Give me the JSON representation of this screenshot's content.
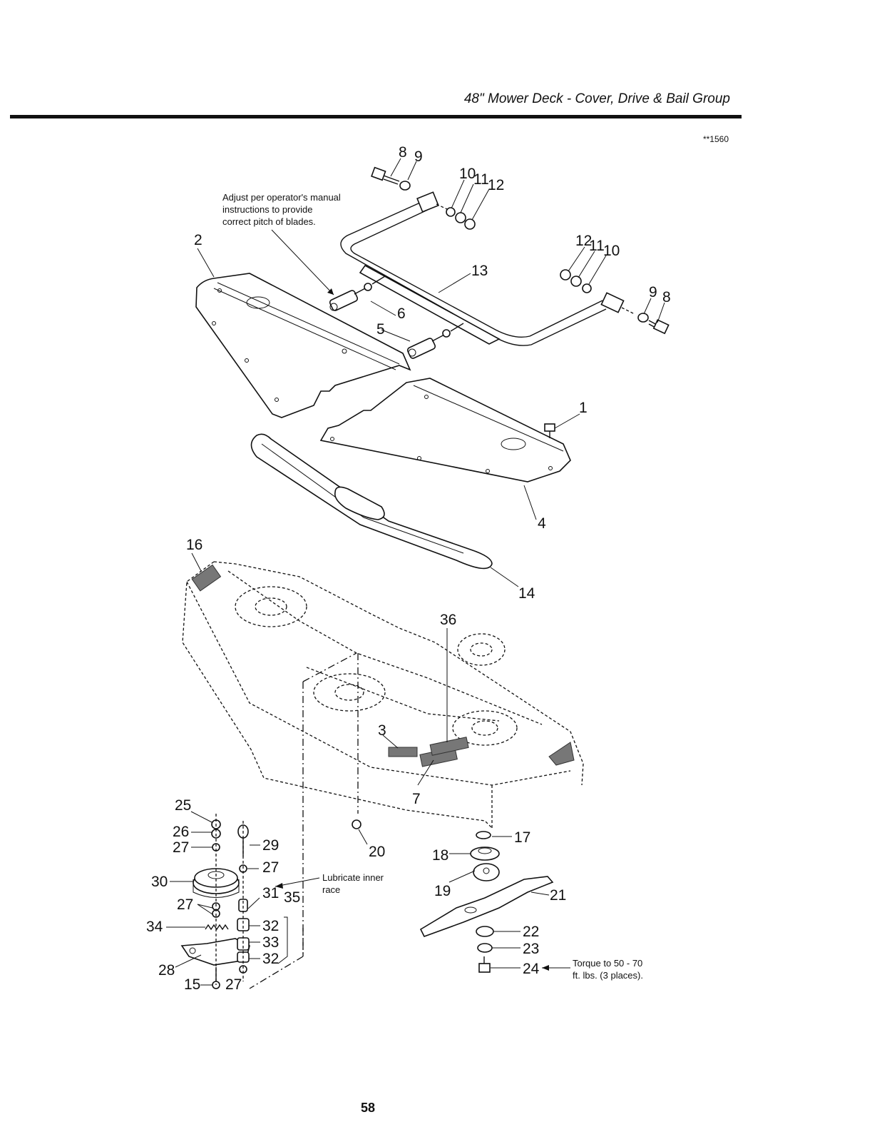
{
  "header": {
    "title": "48\" Mower Deck - Cover, Drive & Bail Group",
    "ref_code": "**1560"
  },
  "page_number": "58",
  "notes": {
    "adjust_pitch": [
      "Adjust per operator's manual",
      "instructions to provide",
      "correct pitch of blades."
    ],
    "lubricate": [
      "Lubricate inner",
      "race"
    ],
    "torque": [
      "Torque to 50 - 70",
      "ft. lbs. (3 places)."
    ]
  },
  "callouts": {
    "c1": "1",
    "c2": "2",
    "c3": "3",
    "c4": "4",
    "c5": "5",
    "c6": "6",
    "c7": "7",
    "c8a": "8",
    "c9a": "9",
    "c10a": "10",
    "c11a": "11",
    "c12a": "12",
    "c12b": "12",
    "c11b": "11",
    "c10b": "10",
    "c9b": "9",
    "c8b": "8",
    "c13": "13",
    "c14": "14",
    "c15": "15",
    "c16": "16",
    "c17": "17",
    "c18": "18",
    "c19": "19",
    "c20": "20",
    "c21": "21",
    "c22": "22",
    "c23": "23",
    "c24": "24",
    "c25": "25",
    "c26": "26",
    "c27a": "27",
    "c27b": "27",
    "c27c": "27",
    "c27d": "27",
    "c28": "28",
    "c29": "29",
    "c30": "30",
    "c31": "31",
    "c32a": "32",
    "c32b": "32",
    "c33": "33",
    "c34": "34",
    "c35": "35",
    "c36": "36"
  }
}
